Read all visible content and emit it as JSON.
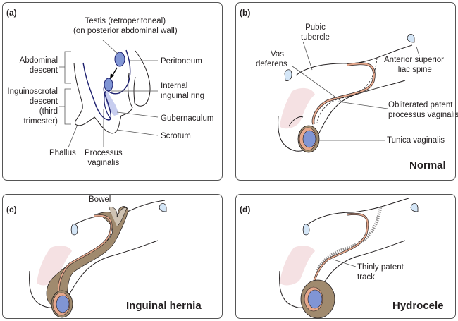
{
  "figure": {
    "panels": [
      {
        "tag": "(a)",
        "labels": {
          "testis_line1": "Testis (retroperitoneal)",
          "testis_line2": "(on posterior abdominal wall)",
          "abdominal_line1": "Abdominal",
          "abdominal_line2": "descent",
          "inguino_line1": "Inguinoscrotal",
          "inguino_line2": "descent",
          "inguino_line3": "(third",
          "inguino_line4": "trimester)",
          "peritoneum": "Peritoneum",
          "internal_ring_line1": "Internal",
          "internal_ring_line2": "inguinal ring",
          "gubernaculum": "Gubernaculum",
          "scrotum": "Scrotum",
          "phallus": "Phallus",
          "processus_line1": "Processus",
          "processus_line2": "vaginalis"
        }
      },
      {
        "tag": "(b)",
        "title": "Normal",
        "labels": {
          "pubic_line1": "Pubic",
          "pubic_line2": "tubercle",
          "vas_line1": "Vas",
          "vas_line2": "deferens",
          "asis_line1": "Anterior superior",
          "asis_line2": "iliac spine",
          "obliterated_line1": "Obliterated patent",
          "obliterated_line2": "processus vaginalis",
          "tunica": "Tunica vaginalis"
        }
      },
      {
        "tag": "(c)",
        "title": "Inguinal hernia",
        "labels": {
          "bowel": "Bowel"
        }
      },
      {
        "tag": "(d)",
        "title": "Hydrocele",
        "labels": {
          "thin_line1": "Thinly patent",
          "thin_line2": "track"
        }
      }
    ],
    "colors": {
      "testis": "#8095d4",
      "testis_dark": "#1c1f6e",
      "bone": "#d4e6f7",
      "vas": "#e6a88c",
      "tunica": "#a08a6e",
      "penis": "#f5e1e3",
      "gubernaculum": "#c7cdef"
    }
  }
}
